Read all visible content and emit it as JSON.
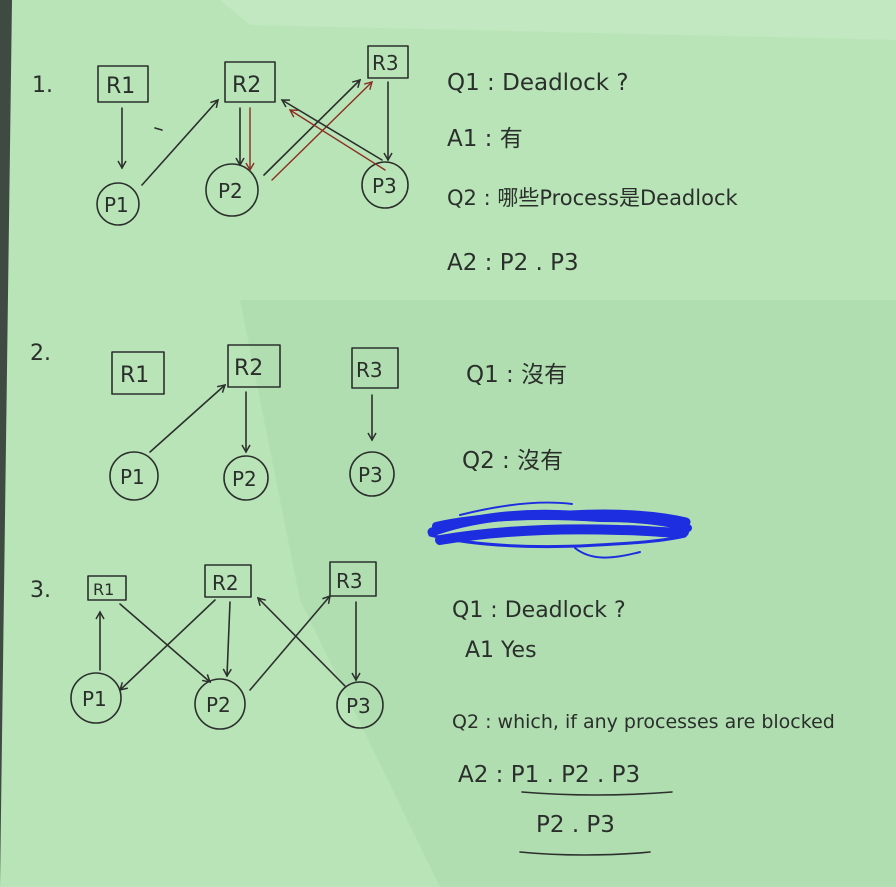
{
  "section1": {
    "number": "1.",
    "resources": [
      "R1",
      "R2",
      "R3"
    ],
    "processes": [
      "P1",
      "P2",
      "P3"
    ],
    "q1": "Q1 : Deadlock ?",
    "a1": "A1 : 有",
    "q2": "Q2 : 哪些Process是Deadlock",
    "a2": "A2 : P2 . P3"
  },
  "section2": {
    "number": "2.",
    "resources": [
      "R1",
      "R2",
      "R3"
    ],
    "processes": [
      "P1",
      "P2",
      "P3"
    ],
    "q1": "Q1 : 沒有",
    "q2": "Q2 : 沒有"
  },
  "section3": {
    "number": "3.",
    "resources": [
      "R1",
      "R2",
      "R3"
    ],
    "processes": [
      "P1",
      "P2",
      "P3"
    ],
    "q1": "Q1 : Deadlock ?",
    "a1": "A1 Yes",
    "q2": "Q2 : which, if any processes are blocked",
    "a2_line1": "A2 : P1 . P2 . P3",
    "a2_line2": "P2 . P3"
  },
  "colors": {
    "paper": "#b9e4b8",
    "ink": "#2b302c",
    "red_ink": "#8b2e22",
    "scribble": "#1d2ee0"
  }
}
